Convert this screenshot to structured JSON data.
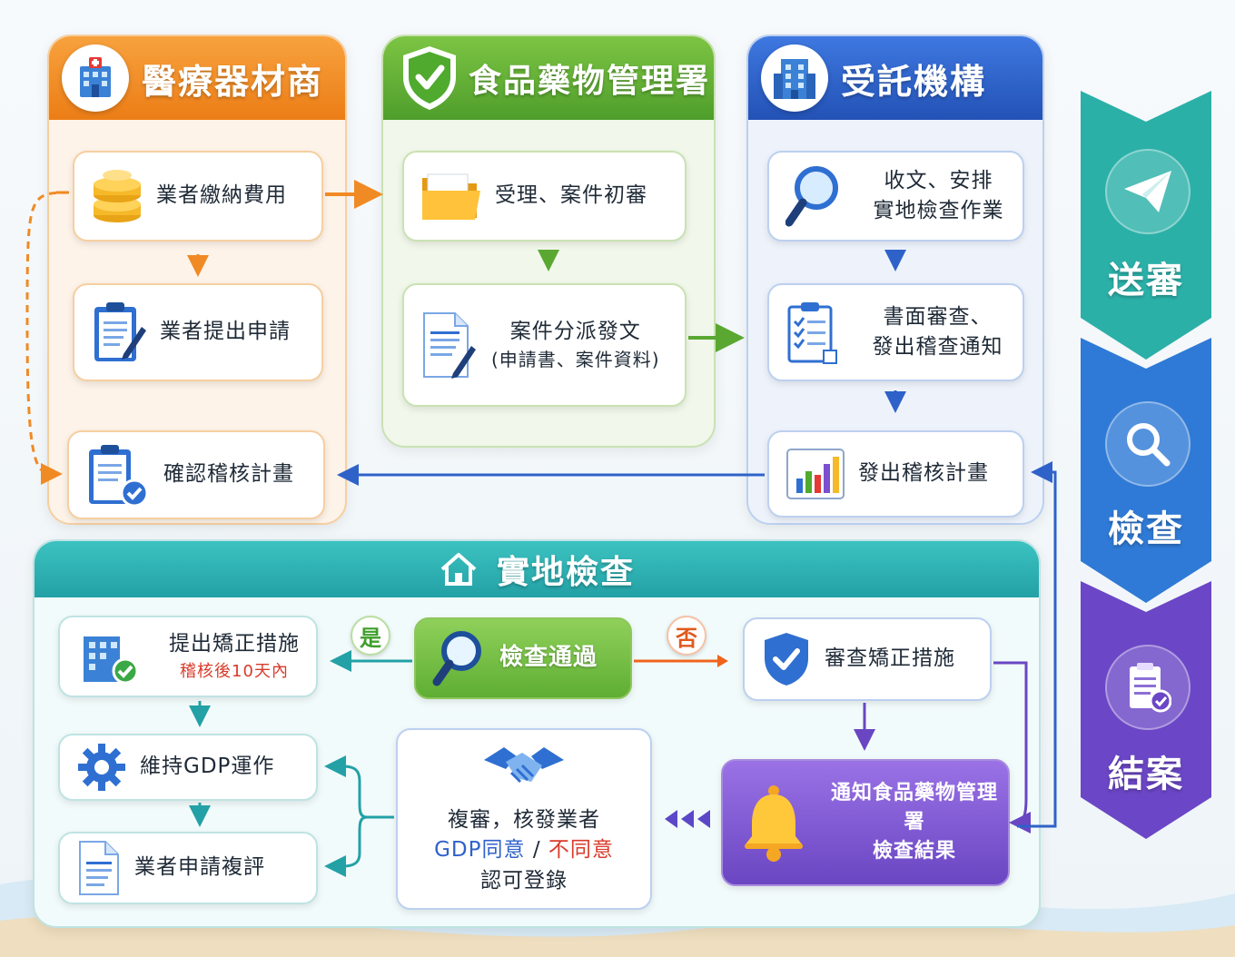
{
  "panels": {
    "vendor": {
      "title": "醫療器材商",
      "color": "#f08a24"
    },
    "fda": {
      "title": "食品藥物管理署",
      "color": "#5aa832"
    },
    "agency": {
      "title": "受託機構",
      "color": "#2f62c9"
    },
    "inspection": {
      "title": "實地檢查",
      "color": "#2bb0b0"
    }
  },
  "vendor_steps": {
    "pay_fee": "業者繳納費用",
    "submit_application": "業者提出申請",
    "confirm_plan": "確認稽核計畫"
  },
  "fda_steps": {
    "accept_review": "受理、案件初審",
    "dispatch_line1": "案件分派發文",
    "dispatch_line2": "(申請書、案件資料)"
  },
  "agency_steps": {
    "receive_line1": "收文、安排",
    "receive_line2": "實地檢查作業",
    "document_review_line1": "書面審查、",
    "document_review_line2": "發出稽查通知",
    "issue_plan": "發出稽核計畫"
  },
  "inspection": {
    "corrective_title": "提出矯正措施",
    "corrective_sub": "稽核後10天內",
    "maintain_gdp": "維持GDP運作",
    "apply_reassessment": "業者申請複評",
    "passed": "檢查通過",
    "yes": "是",
    "no": "否",
    "review_corrective": "審查矯正措施",
    "notify_line1": "通知食品藥物管理署",
    "notify_line2": "檢查結果",
    "final_line1": "複審，核發業者",
    "final_agree": "GDP同意",
    "final_sep": " / ",
    "final_disagree": "不同意",
    "final_line3": "認可登錄"
  },
  "stages": [
    {
      "label": "送審",
      "icon": "paper-plane-icon"
    },
    {
      "label": "檢查",
      "icon": "magnifier-icon"
    },
    {
      "label": "結案",
      "icon": "clipboard-check-icon"
    }
  ]
}
